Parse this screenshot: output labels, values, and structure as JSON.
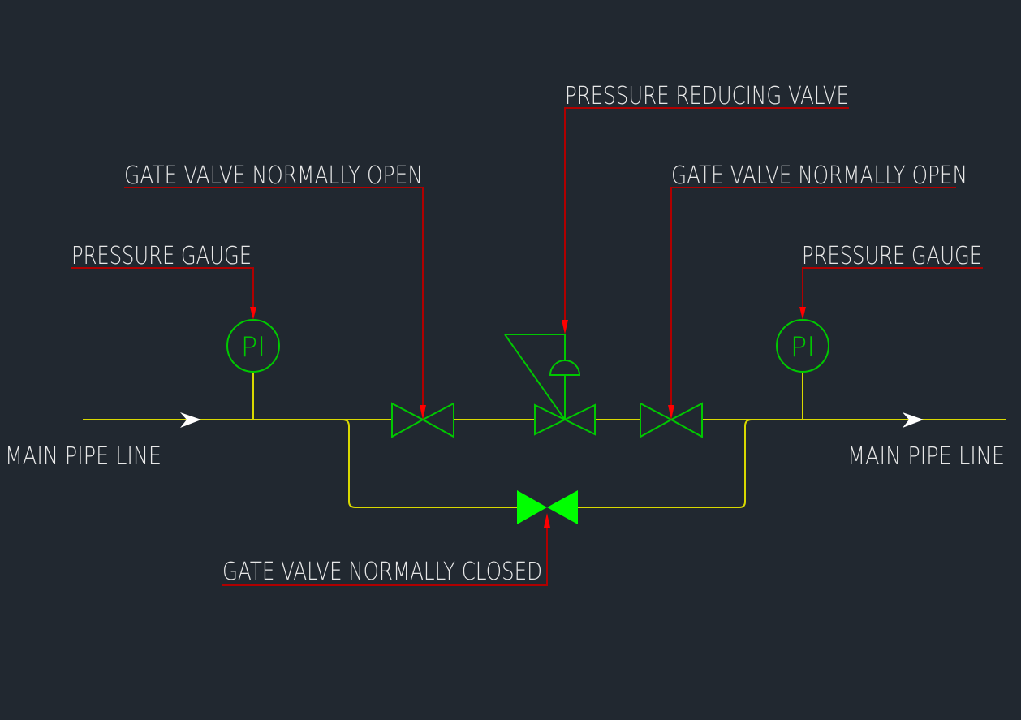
{
  "diagram": {
    "type": "piping-and-instrumentation",
    "colors": {
      "background": "#212830",
      "pipe": "#d8d800",
      "instrument": "#00c800",
      "closed_valve_fill": "#00ff00",
      "leader": "#ff0000",
      "leader_dark": "#b00000",
      "text": "#e8e8e8",
      "flow_arrow": "#ffffff"
    },
    "labels": {
      "inlet": "MAIN PIPE LINE",
      "outlet": "MAIN PIPE LINE",
      "gauge_left": "PRESSURE GAUGE",
      "gauge_right": "PRESSURE GAUGE",
      "gate_valve_left": "GATE VALVE NORMALLY OPEN",
      "gate_valve_right": "GATE VALVE NORMALLY OPEN",
      "prv": "PRESSURE REDUCING VALVE",
      "bypass_valve": "GATE VALVE NORMALLY CLOSED"
    },
    "instruments": {
      "gauge_left_tag": "PI",
      "gauge_right_tag": "PI"
    }
  }
}
